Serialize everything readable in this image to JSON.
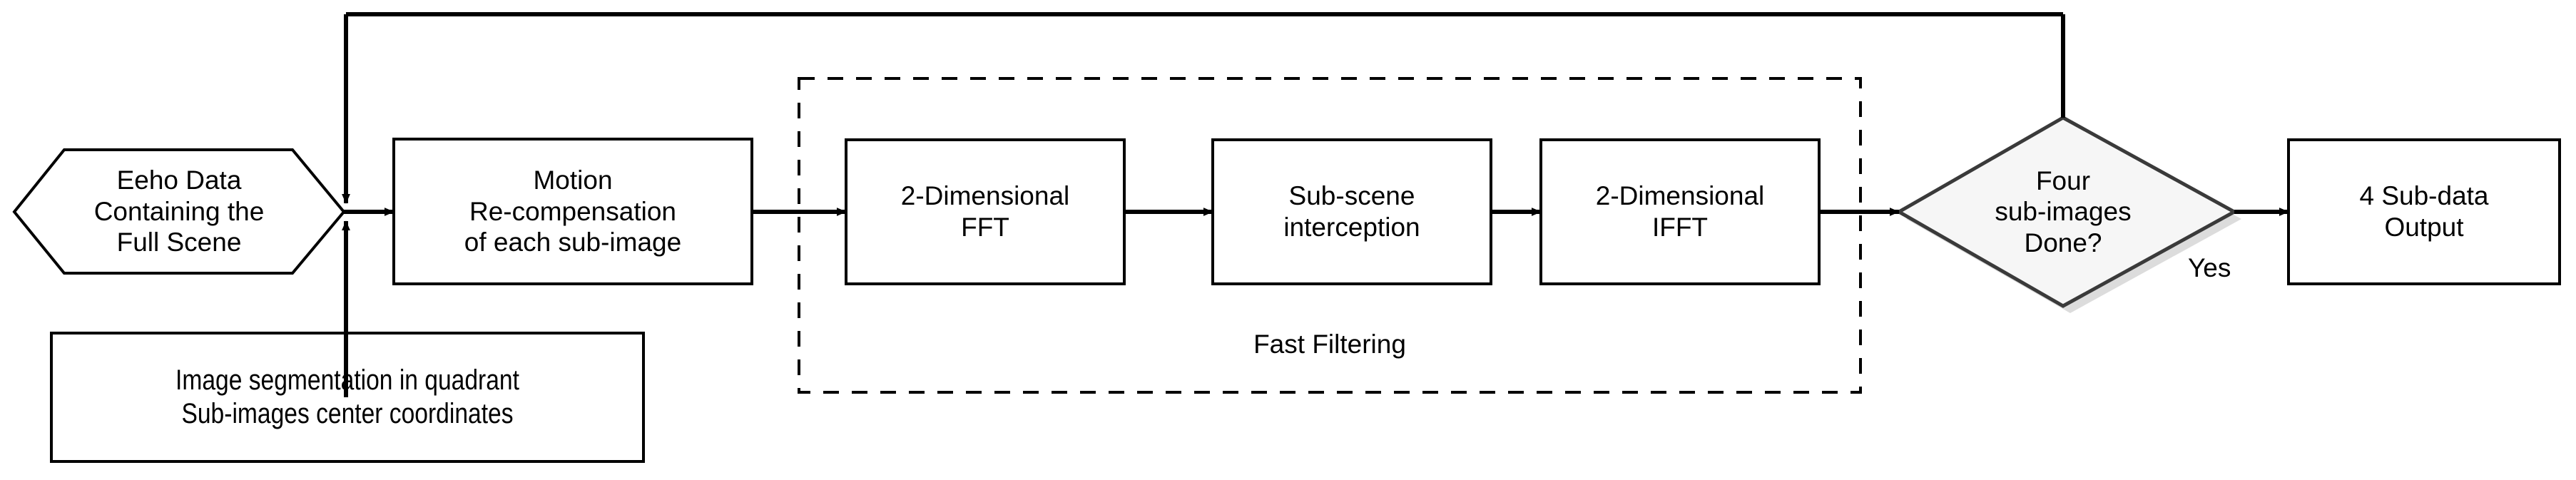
{
  "diagram": {
    "title": "Sub-image fast filtering processing flow",
    "background_color": "#ffffff",
    "line_color": "#000000",
    "decision_fill": "#f4f4f4",
    "decision_stroke": "#3a3a3a",
    "decision_shadow": "#d9d9d9"
  },
  "nodes": {
    "echo_data": {
      "shape": "hexagon",
      "label": "Eeho Data\nContaining the\nFull Scene"
    },
    "motion_recompensation": {
      "shape": "rect",
      "label": "Motion\nRe-compensation\nof each sub-image"
    },
    "image_segmentation": {
      "shape": "rect",
      "label": "Image segmentation in quadrant\nSub-images center coordinates"
    },
    "fft_2d": {
      "shape": "rect",
      "label": "2-Dimensional\nFFT"
    },
    "sub_scene_interception": {
      "shape": "rect",
      "label": "Sub-scene\ninterception"
    },
    "ifft_2d": {
      "shape": "rect",
      "label": "2-Dimensional\nIFFT"
    },
    "four_sub_images_done": {
      "shape": "diamond",
      "label": "Four\nsub-images\nDone?"
    },
    "sub_data_output": {
      "shape": "rect",
      "label": "4 Sub-data\nOutput"
    }
  },
  "groups": {
    "fast_filtering": {
      "label": "Fast Filtering",
      "border_style": "dashed"
    }
  },
  "edges": {
    "yes_branch": {
      "label": "Yes"
    },
    "feedback_loop": {
      "label": ""
    }
  }
}
